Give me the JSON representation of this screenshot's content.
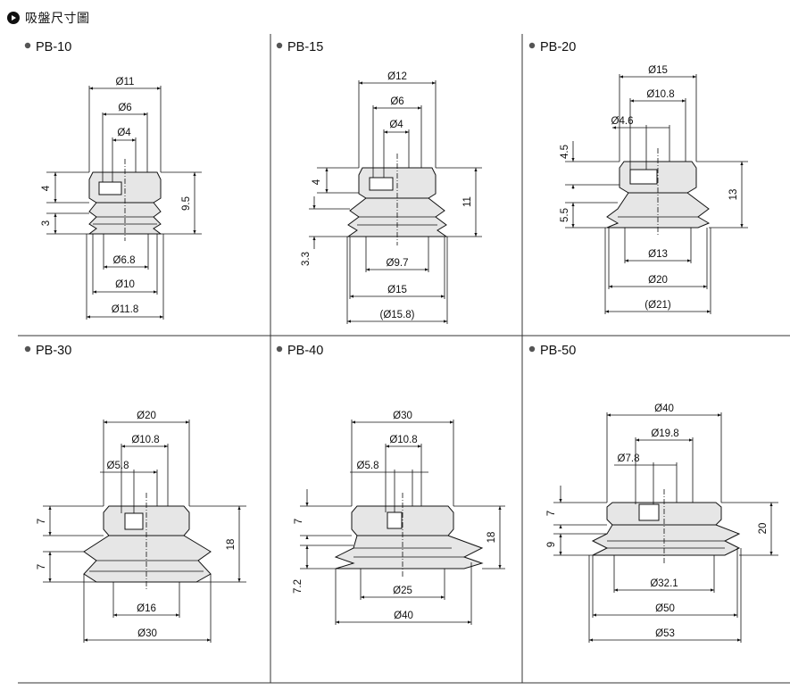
{
  "title": "吸盤尺寸圖",
  "icons": {
    "header": "play-circle-icon",
    "panel": "bullet-dot-icon"
  },
  "panels": [
    {
      "id": "PB-10",
      "name": "PB-10",
      "top_dims": [
        "Ø11",
        "Ø6",
        "Ø4"
      ],
      "bottom_dims": [
        "Ø6.8",
        "Ø10",
        "Ø11.8"
      ],
      "left_dims": [
        "4",
        "3"
      ],
      "right_dim": "9.5"
    },
    {
      "id": "PB-15",
      "name": "PB-15",
      "top_dims": [
        "Ø12",
        "Ø6",
        "Ø4"
      ],
      "bottom_dims": [
        "Ø9.7",
        "Ø15",
        "(Ø15.8)"
      ],
      "left_dims": [
        "4",
        "3.3"
      ],
      "right_dim": "11"
    },
    {
      "id": "PB-20",
      "name": "PB-20",
      "top_dims": [
        "Ø15",
        "Ø10.8",
        "Ø4.6"
      ],
      "bottom_dims": [
        "Ø13",
        "Ø20",
        "(Ø21)"
      ],
      "left_dims": [
        "4.5",
        "5.5"
      ],
      "right_dim": "13"
    },
    {
      "id": "PB-30",
      "name": "PB-30",
      "top_dims": [
        "Ø20",
        "Ø10.8",
        "Ø5.8"
      ],
      "bottom_dims": [
        "Ø16",
        "Ø30"
      ],
      "left_dims": [
        "7",
        "7"
      ],
      "right_dim": "18"
    },
    {
      "id": "PB-40",
      "name": "PB-40",
      "top_dims": [
        "Ø30",
        "Ø10.8",
        "Ø5.8"
      ],
      "bottom_dims": [
        "Ø25",
        "Ø40"
      ],
      "left_dims": [
        "7",
        "7.2"
      ],
      "right_dim": "18"
    },
    {
      "id": "PB-50",
      "name": "PB-50",
      "top_dims": [
        "Ø40",
        "Ø19.8",
        "Ø7.8"
      ],
      "bottom_dims": [
        "Ø32.1",
        "Ø50",
        "Ø53"
      ],
      "left_dims": [
        "7",
        "9"
      ],
      "right_dim": "20"
    }
  ]
}
